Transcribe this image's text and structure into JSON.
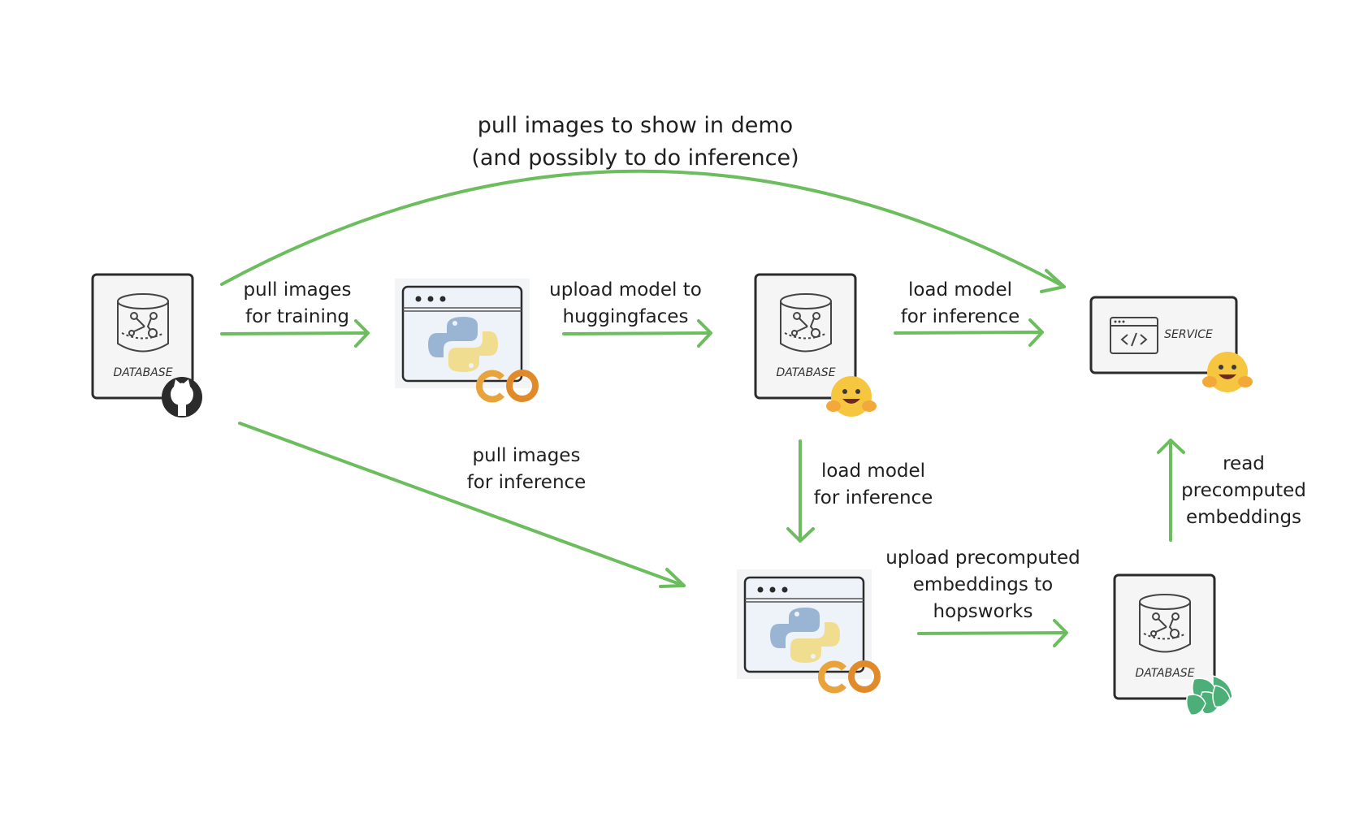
{
  "labels": {
    "demo_pull": {
      "line1": "pull images to show in demo",
      "line2": "(and possibly to do inference)"
    },
    "pull_training": {
      "line1": "pull images",
      "line2": "for training"
    },
    "upload_model": {
      "line1": "upload model to",
      "line2": "huggingfaces"
    },
    "load_model_top": {
      "line1": "load model",
      "line2": "for inference"
    },
    "pull_inference": {
      "line1": "pull images",
      "line2": "for inference"
    },
    "load_model_down": {
      "line1": "load model",
      "line2": "for inference"
    },
    "upload_embeddings": {
      "line1": "upload precomputed",
      "line2": "embeddings to",
      "line3": "hopsworks"
    },
    "read_embeddings": {
      "line1": "read",
      "line2": "precomputed",
      "line3": "embeddings"
    }
  },
  "nodes": {
    "github_db": {
      "caption": "DATABASE",
      "badge": "github-icon"
    },
    "colab_training": {
      "badge": "colab-icon",
      "content": "python-icon"
    },
    "hf_db": {
      "caption": "DATABASE",
      "badge": "huggingface-icon"
    },
    "service": {
      "caption": "SERVICE",
      "badge": "huggingface-icon",
      "content": "code-window-icon"
    },
    "colab_inference": {
      "badge": "colab-icon",
      "content": "python-icon"
    },
    "hopsworks_db": {
      "caption": "DATABASE",
      "badge": "hopsworks-icon"
    }
  },
  "colors": {
    "arrow": "#6cbd5e",
    "stroke": "#2b2b2b",
    "card": "#f5f5f5",
    "python_blue": "#9ab5d4",
    "python_yellow": "#f0dd90",
    "colab_orange": "#e8a33b",
    "hf_yellow": "#f7c640",
    "hopsworks_green": "#4caf78"
  }
}
